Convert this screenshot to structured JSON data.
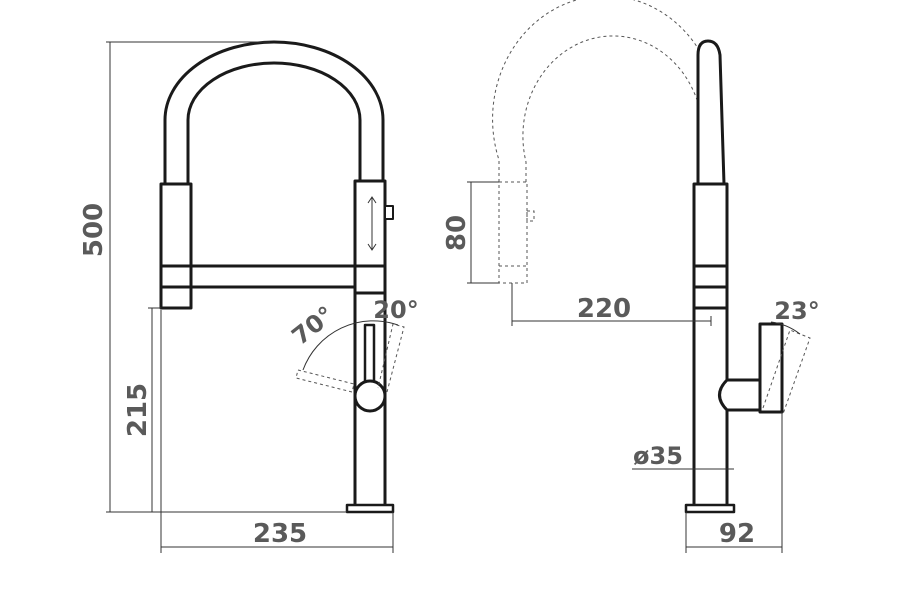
{
  "colors": {
    "outline": "#1a1a1a",
    "dimension_line": "#333333",
    "dimension_text": "#5a5a5a",
    "background": "#ffffff"
  },
  "dimensions": {
    "total_height": "500",
    "spout_height": "215",
    "front_width": "235",
    "angle_left": "70°",
    "angle_right": "20°",
    "sprayer_length": "80",
    "reach": "220",
    "lever_angle": "23°",
    "body_diameter": "ø35",
    "side_depth": "92"
  }
}
